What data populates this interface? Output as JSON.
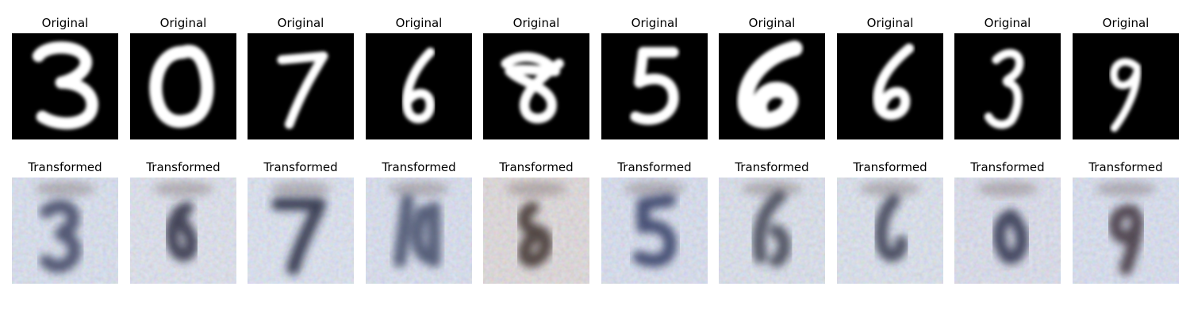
{
  "row_original": {
    "title": "Original",
    "digits": [
      "3",
      "0",
      "7",
      "6",
      "8",
      "5",
      "6",
      "6",
      "3",
      "9"
    ]
  },
  "row_transformed": {
    "title": "Transformed"
  }
}
